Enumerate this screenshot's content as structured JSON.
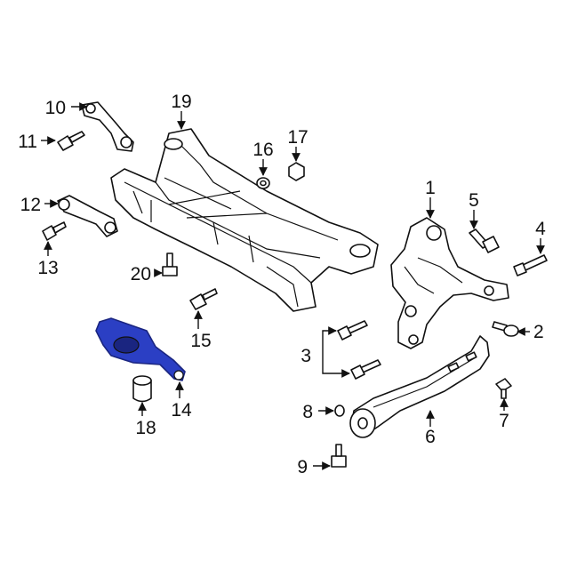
{
  "colors": {
    "background": "#ffffff",
    "line": "#111111",
    "highlight_part": "#2b3fc4",
    "highlight_edge": "#1a2580"
  },
  "highlighted_part": "14",
  "callouts": {
    "c1": "1",
    "c2": "2",
    "c3": "3",
    "c4": "4",
    "c5": "5",
    "c6": "6",
    "c7": "7",
    "c8": "8",
    "c9": "9",
    "c10": "10",
    "c11": "11",
    "c12": "12",
    "c13": "13",
    "c14": "14",
    "c15": "15",
    "c16": "16",
    "c17": "17",
    "c18": "18",
    "c19": "19",
    "c20": "20"
  }
}
